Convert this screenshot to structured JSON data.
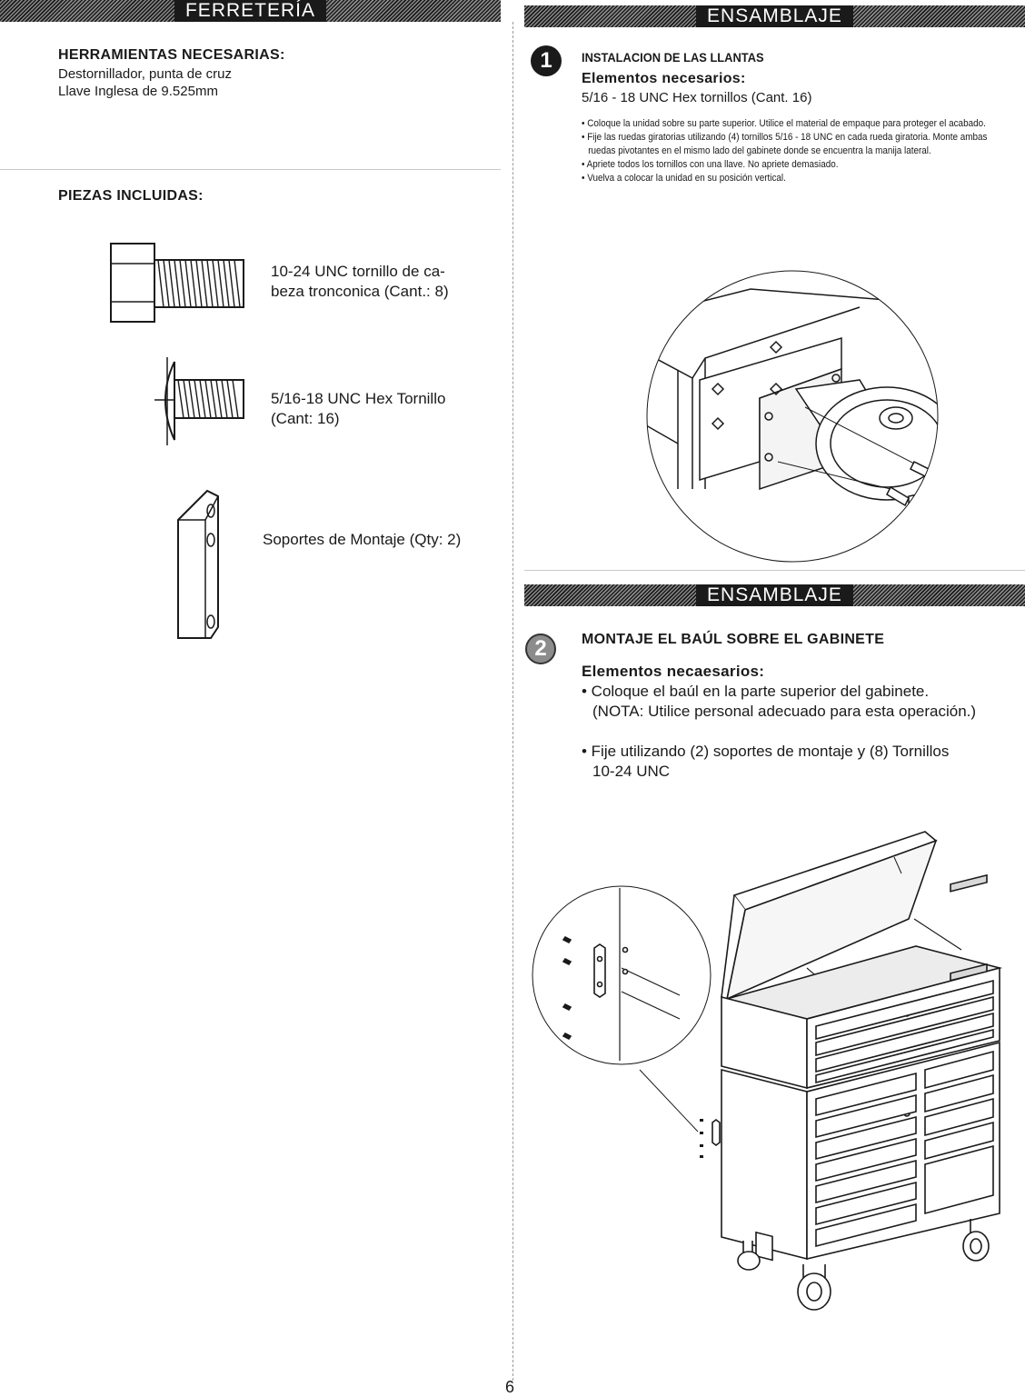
{
  "left": {
    "banner": "FERRETERÍA",
    "tools_title": "HERRAMIENTAS NECESARIAS:",
    "tools": [
      "Destornillador, punta de cruz",
      "Llave Inglesa de 9.525mm"
    ],
    "parts_title": "PIEZAS INCLUIDAS:",
    "parts": [
      {
        "line1": "10-24 UNC tornillo de ca-",
        "line2": "beza tronconica  (Cant.: 8)",
        "icon": "hex-bolt-icon"
      },
      {
        "line1": "5/16-18 UNC Hex Tornillo",
        "line2": "(Cant: 16)",
        "icon": "truss-screw-icon"
      },
      {
        "line1": "Soportes de Montaje (Qty: 2)",
        "line2": "",
        "icon": "mounting-bracket-icon"
      }
    ]
  },
  "right": {
    "step1": {
      "banner": "ENSAMBLAJE",
      "number": "1",
      "title": "INSTALACION DE LAS LLANTAS",
      "subtitle": "Elementos necesarios:",
      "items": "5/16 - 18 UNC Hex tornillos (Cant. 16)",
      "bullets": [
        "• Coloque la unidad sobre su parte superior. Utilice el material de empaque para proteger el acabado.",
        "• Fije las ruedas giratorias utilizando (4) tornillos 5/16 - 18 UNC en cada rueda giratoria. Monte ambas ruedas pivotantes en el mismo lado del gabinete donde se encuentra la manija lateral.",
        "• Apriete todos los tornillos con una llave. No apriete demasiado.",
        "• Vuelva a colocar la unidad en su posición vertical."
      ]
    },
    "step2": {
      "banner": "ENSAMBLAJE",
      "number": "2",
      "title": "MONTAJE EL BAÚL SOBRE EL GABINETE",
      "subtitle": "Elementos necaesarios:",
      "bullet1_line1": "• Coloque el baúl en la parte superior del gabinete.",
      "bullet1_line2": "(NOTA: Utilice personal adecuado para esta operación.)",
      "bullet2_line1": "• Fije utilizando (2) soportes de montaje y (8) Tornillos",
      "bullet2_line2": "10-24 UNC"
    }
  },
  "page_number": "6"
}
